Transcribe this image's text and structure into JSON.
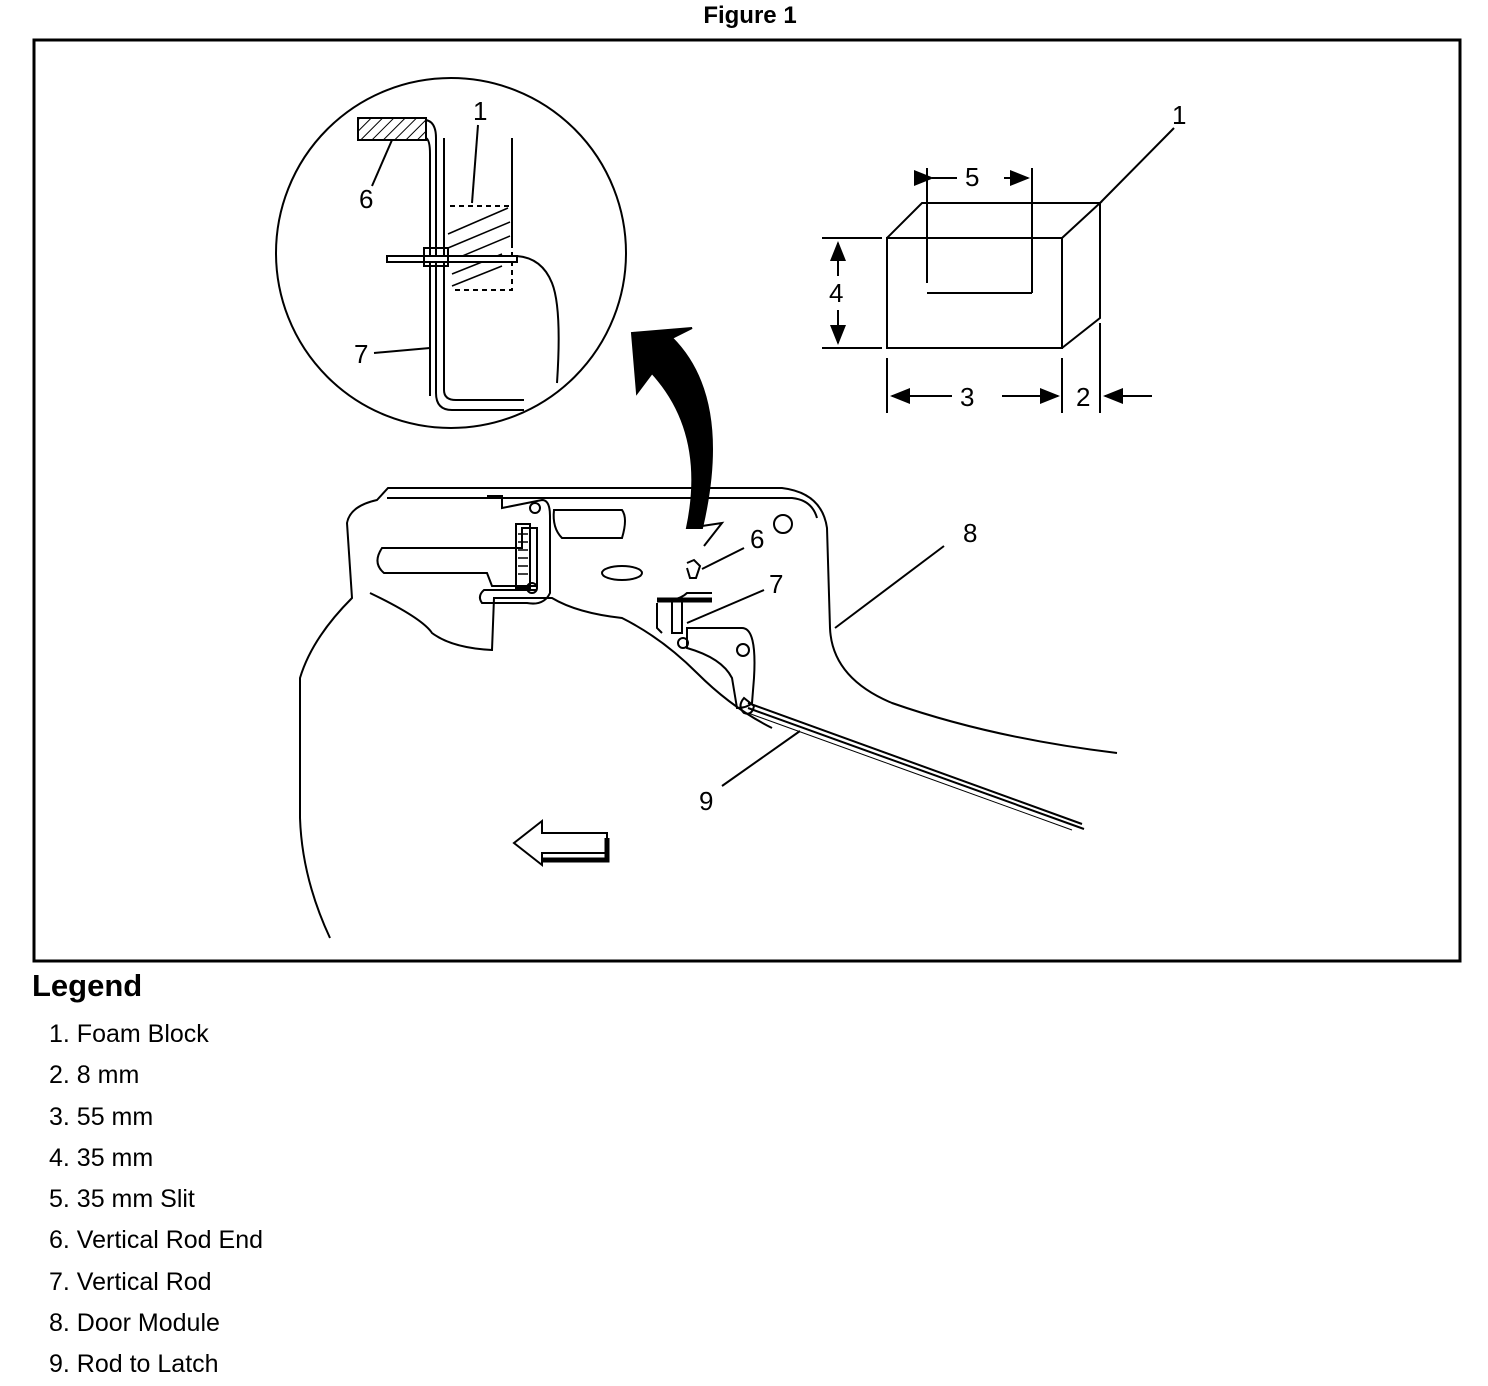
{
  "figure": {
    "title": "Figure 1"
  },
  "callouts": {
    "detail_1": "1",
    "detail_6": "6",
    "detail_7": "7",
    "block_1": "1",
    "block_2": "2",
    "block_3": "3",
    "block_4": "4",
    "block_5": "5",
    "door_6": "6",
    "door_7": "7",
    "door_8": "8",
    "door_9": "9"
  },
  "legend": {
    "title": "Legend",
    "items": [
      "1. Foam Block",
      "2. 8 mm",
      "3. 55 mm",
      "4. 35 mm",
      "5. 35 mm Slit",
      "6. Vertical Rod End",
      "7. Vertical Rod",
      "8. Door Module",
      "9. Rod to Latch"
    ]
  }
}
